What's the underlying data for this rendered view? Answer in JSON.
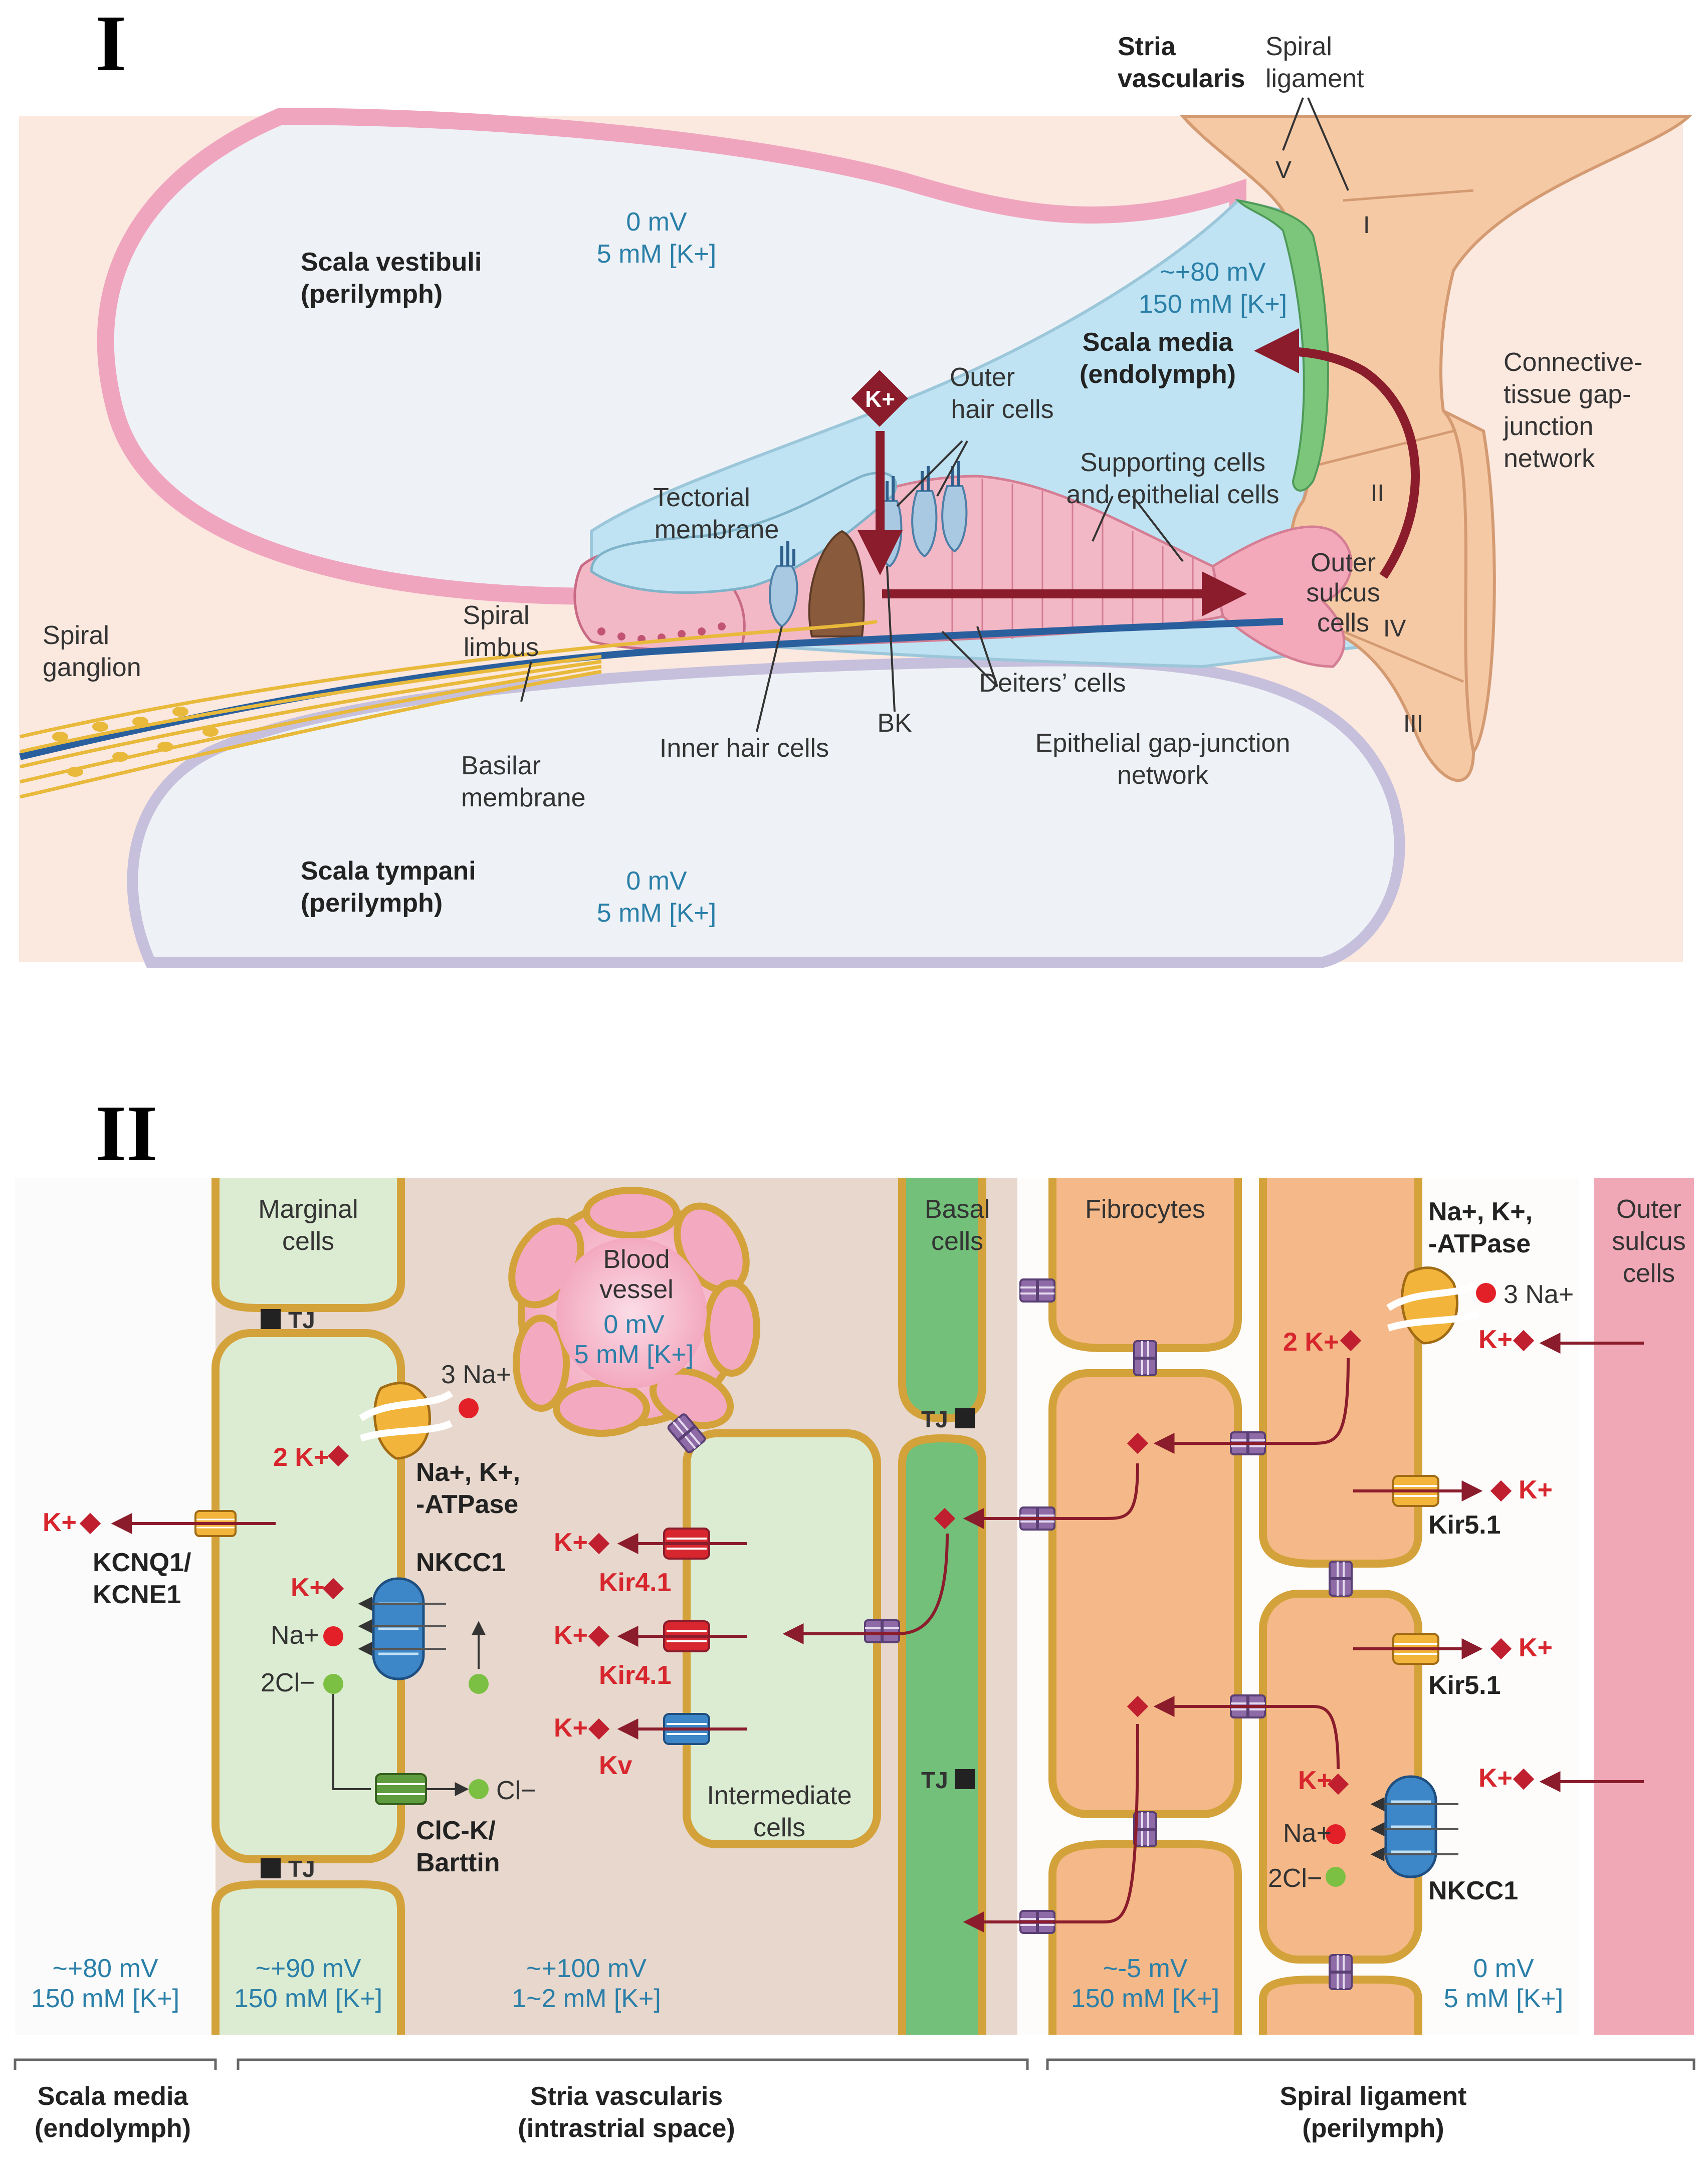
{
  "panel_I": {
    "numeral": "I",
    "stria_vascularis": [
      "Stria",
      "vascularis"
    ],
    "spiral_ligament": [
      "Spiral",
      "ligament"
    ],
    "scala_vestibuli": {
      "name": [
        "Scala vestibuli",
        "(perilymph)"
      ],
      "potential": "0 mV",
      "k": "5 mM [K+]"
    },
    "scala_media": {
      "name": [
        "Scala media",
        "(endolymph)"
      ],
      "potential": "~+80 mV",
      "k": "150 mM [K+]"
    },
    "scala_tympani": {
      "name": [
        "Scala tympani",
        "(perilymph)"
      ],
      "potential": "0 mV",
      "k": "5 mM [K+]"
    },
    "k_badge": "K+",
    "outer_hair_cells": [
      "Outer",
      "hair cells"
    ],
    "supporting_cells": [
      "Supporting cells",
      "and epithelial cells"
    ],
    "tectorial_membrane": [
      "Tectorial",
      "membrane"
    ],
    "spiral_limbus": [
      "Spiral",
      "limbus"
    ],
    "spiral_ganglion": [
      "Spiral",
      "ganglion"
    ],
    "basilar_membrane": [
      "Basilar",
      "membrane"
    ],
    "inner_hair_cells": "Inner hair cells",
    "bk": "BK",
    "deiters_cells": "Deiters’ cells",
    "outer_sulcus_cells": [
      "Outer",
      "sulcus",
      "cells"
    ],
    "epithelial_network": [
      "Epithelial gap-junction",
      "network"
    ],
    "connective_network": [
      "Connective-",
      "tissue gap-",
      "junction",
      "network"
    ],
    "fibrocyte_types": [
      "V",
      "I",
      "II",
      "IV",
      "III"
    ]
  },
  "panel_II": {
    "numeral": "II",
    "marginal_cells": [
      "Marginal",
      "cells"
    ],
    "blood_vessel": {
      "name": [
        "Blood",
        "vessel"
      ],
      "potential": "0 mV",
      "k": "5 mM [K+]"
    },
    "basal_cells": [
      "Basal",
      "cells"
    ],
    "fibrocytes": "Fibrocytes",
    "atpase_right": [
      "Na+, K+,",
      "-ATPase"
    ],
    "outer_sulcus_cells": [
      "Outer",
      "sulcus",
      "cells"
    ],
    "tj": "TJ",
    "three_na": "3 Na+",
    "two_k": "2 K+",
    "atpase_left": [
      "Na+, K+,",
      "-ATPase"
    ],
    "k_plus": "K+",
    "kcnq1": [
      "KCNQ1/",
      "KCNE1"
    ],
    "nkcc1": "NKCC1",
    "na_plus": "Na+",
    "two_cl": "2Cl−",
    "cl_minus": "Cl−",
    "clck": [
      "ClC-K/",
      "Barttin"
    ],
    "kir41": "Kir4.1",
    "kv": "Kv",
    "intermediate_cells": [
      "Intermediate",
      "cells"
    ],
    "kir51": "Kir5.1",
    "potentials": [
      {
        "mv": "~+80 mV",
        "k": "150 mM [K+]"
      },
      {
        "mv": "~+90 mV",
        "k": "150 mM [K+]"
      },
      {
        "mv": "~+100 mV",
        "k": "1~2 mM [K+]"
      },
      {
        "mv": "~-5 mV",
        "k": "150 mM [K+]"
      },
      {
        "mv": "0 mV",
        "k": "5 mM [K+]"
      }
    ],
    "regions": [
      [
        "Scala media",
        "(endolymph)"
      ],
      [
        "Stria vascularis",
        "(intrastrial space)"
      ],
      [
        "Spiral ligament",
        "(perilymph)"
      ]
    ]
  },
  "colors": {
    "perilymph_fill": "#eef2f6",
    "endolymph_fill": "#bfe3f2",
    "ligament_fill": "#f6c9a5",
    "stria_green": "#7cc67c",
    "marginal_fill": "#dcecd2",
    "basal_green": "#72c07a",
    "fibro_fill": "#f5b888",
    "intrastrial_fill": "#e7d7cc",
    "outer_sulcus_pink": "#f0a7b6",
    "membrane_gold": "#d4a23a",
    "arrow_red": "#8b1c2c",
    "k_red": "#d7262d",
    "text_blue": "#2a7fa8"
  }
}
